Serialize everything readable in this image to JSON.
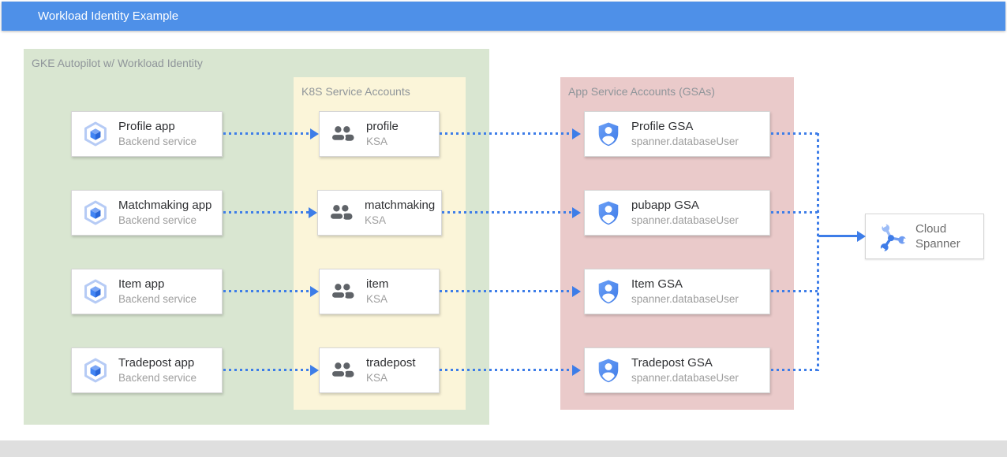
{
  "header": {
    "title": "Workload Identity Example"
  },
  "containers": {
    "gke": {
      "label": "GKE Autopilot w/ Workload Identity"
    },
    "ksa": {
      "label": "K8S Service Accounts"
    },
    "gsa": {
      "label": "App Service Accounts (GSAs)"
    }
  },
  "rows": [
    {
      "app": {
        "title": "Profile app",
        "subtitle": "Backend service"
      },
      "ksa": {
        "title": "profile",
        "subtitle": "KSA"
      },
      "gsa": {
        "title": "Profile GSA",
        "subtitle": "spanner.databaseUser"
      }
    },
    {
      "app": {
        "title": "Matchmaking app",
        "subtitle": "Backend service"
      },
      "ksa": {
        "title": "matchmaking",
        "subtitle": "KSA"
      },
      "gsa": {
        "title": "pubapp GSA",
        "subtitle": "spanner.databaseUser"
      }
    },
    {
      "app": {
        "title": "Item app",
        "subtitle": "Backend service"
      },
      "ksa": {
        "title": "item",
        "subtitle": "KSA"
      },
      "gsa": {
        "title": "Item GSA",
        "subtitle": "spanner.databaseUser"
      }
    },
    {
      "app": {
        "title": "Tradepost app",
        "subtitle": "Backend service"
      },
      "ksa": {
        "title": "tradepost",
        "subtitle": "KSA"
      },
      "gsa": {
        "title": "Tradepost GSA",
        "subtitle": "spanner.databaseUser"
      }
    }
  ],
  "spanner": {
    "title": "Cloud Spanner"
  },
  "icons": {
    "app": "gke-hexagon-icon",
    "ksa": "people-group-icon",
    "gsa": "shield-user-icon",
    "spanner": "cloud-spanner-icon"
  },
  "colors": {
    "titlebar_blue": "#4e90e8",
    "arrow_blue": "#3d7de8",
    "gke_container_green": "#d9e6d1",
    "ksa_container_yellow": "#fbf5d9",
    "gsa_container_pink": "#eacaca",
    "footer_gray": "#dfdfdf",
    "icon_blue": "#4285f4",
    "icon_gray": "#5f6368"
  }
}
